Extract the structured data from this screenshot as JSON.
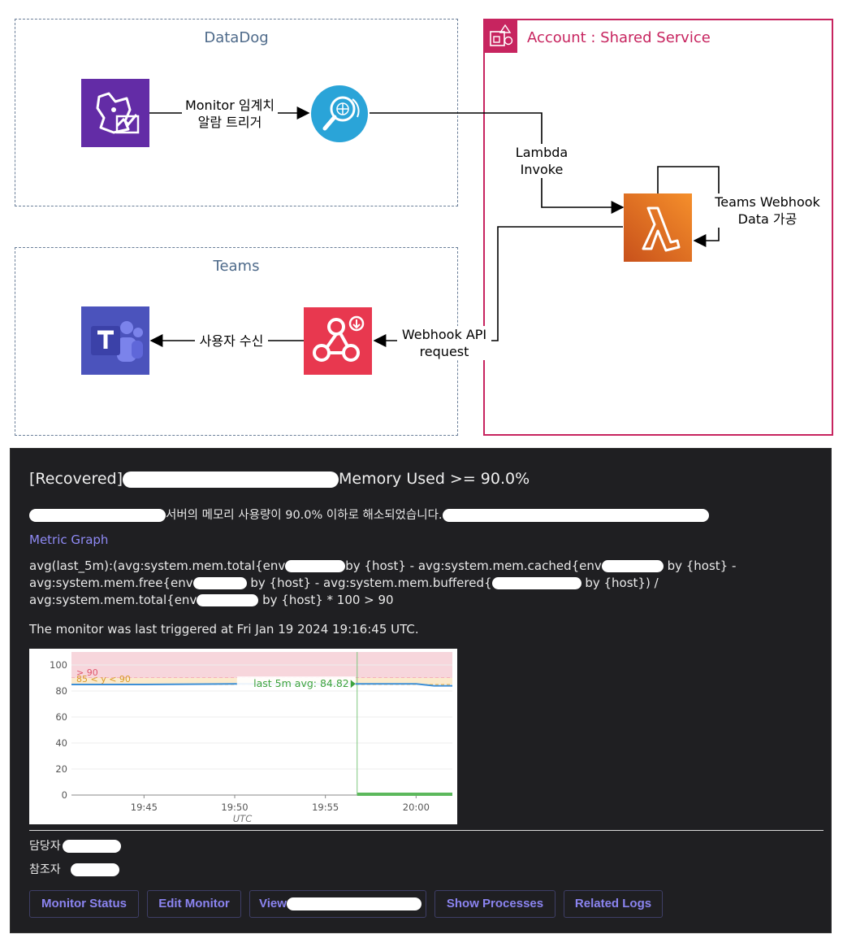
{
  "diagram": {
    "datadog_group": {
      "title": "DataDog"
    },
    "teams_group": {
      "title": "Teams"
    },
    "account_group": {
      "title": "Account : Shared Service"
    },
    "edges": {
      "monitor_alarm": {
        "line1": "Monitor 임계치",
        "line2": "알람 트리거"
      },
      "lambda_invoke": {
        "line1": "Lambda",
        "line2": "Invoke"
      },
      "teams_webhook_data": {
        "line1": "Teams Webhook",
        "line2": "Data 가공"
      },
      "webhook_api": {
        "line1": "Webhook API",
        "line2": "request"
      },
      "user_receive": {
        "line1": "사용자 수신"
      }
    },
    "colors": {
      "datadog": "#632ca6",
      "monitor": "#2aa4d8",
      "lambda": "#e8711f",
      "webhook": "#e8384f",
      "teams": "#4b53bc",
      "account": "#c7245f",
      "group_border": "#6b7f99"
    }
  },
  "notification": {
    "title_prefix": "[Recovered]",
    "title_suffix": "Memory Used >= 90.0%",
    "message": "서버의 메모리 사용량이 90.0% 이하로 해소되었습니다.",
    "metric_graph_link": "Metric Graph",
    "query_parts": {
      "p1": "avg(last_5m):(avg:system.mem.total{env",
      "p2": "by {host} - avg:system.mem.cached{env",
      "p3": "by {host} -",
      "p4": "avg:system.mem.free{env",
      "p5": "by {host} - avg:system.mem.buffered{",
      "p6": "by {host}) /",
      "p7": "avg:system.mem.total{env",
      "p8": "by {host} * 100 > 90"
    },
    "last_triggered": "The monitor was last triggered at Fri Jan 19 2024 19:16:45 UTC.",
    "assignee_label": "담당자",
    "reference_label": "참조자",
    "buttons": {
      "monitor_status": "Monitor Status",
      "edit_monitor": "Edit Monitor",
      "view": "View",
      "show_processes": "Show Processes",
      "related_logs": "Related Logs"
    }
  },
  "chart_data": {
    "type": "line",
    "title": "",
    "xlabel": "UTC",
    "ylabel": "",
    "ylim": [
      0,
      110
    ],
    "y_ticks": [
      0,
      20,
      40,
      60,
      80,
      100
    ],
    "x_ticks": [
      "19:45",
      "19:50",
      "19:55",
      "20:00"
    ],
    "x_range": [
      "19:41",
      "20:02"
    ],
    "thresholds": [
      {
        "label": "> 90",
        "from": 90,
        "to": 110,
        "color": "#f7d6dc"
      },
      {
        "label": "85 < y < 90",
        "from": 85,
        "to": 90,
        "color": "#fbeacc"
      }
    ],
    "annotation": "last 5m avg: 84.82",
    "marker_time": "19:56:45",
    "series": [
      {
        "color": "#3d8fd6",
        "x": [
          "19:41",
          "19:45",
          "19:50",
          "19:55",
          "19:56:45",
          "20:00",
          "20:01",
          "20:02"
        ],
        "values": [
          85,
          85,
          85.5,
          85.5,
          85.5,
          85.5,
          84,
          84
        ]
      }
    ],
    "status_bar": {
      "color": "#5cb85c",
      "from": "19:56:45",
      "to": "20:02"
    }
  }
}
